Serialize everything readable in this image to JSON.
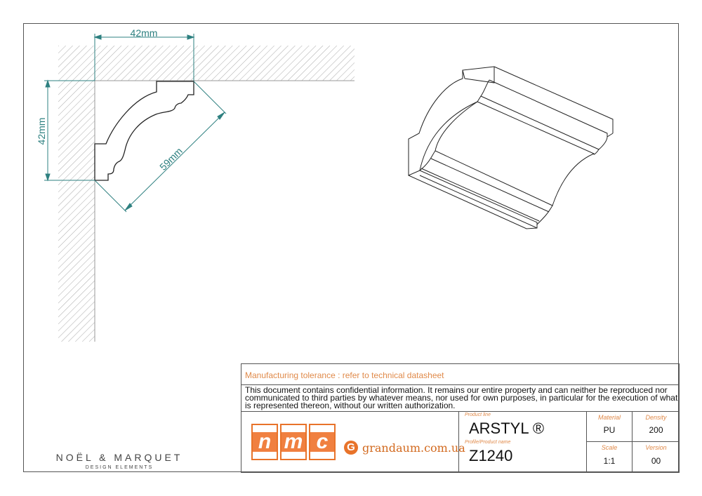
{
  "drawing": {
    "dim_width": "42mm",
    "dim_height": "42mm",
    "dim_diagonal": "59mm"
  },
  "brand": {
    "name": "NOËL & MARQUET",
    "subtitle": "DESIGN ELEMENTS"
  },
  "title_block": {
    "tolerance": "Manufacturing tolerance : refer to technical datasheet",
    "confidential": "This document contains confidential information. It remains our entire property and can neither be reproduced nor communicated to third parties by whatever means, nor used for own purposes, in particular for the execution of what is represented thereon, without our written authorization.",
    "logo_letters": [
      "n",
      "m",
      "c"
    ],
    "watermark": "grandaum.com.ua",
    "product_line_label": "Product line",
    "product_line": "ARSTYL ®",
    "profile_label": "Profile/Product name",
    "profile": "Z1240",
    "material_label": "Material",
    "material": "PU",
    "density_label": "Density",
    "density": "200",
    "scale_label": "Scale",
    "scale": "1:1",
    "version_label": "Version",
    "version": "00"
  },
  "colors": {
    "dimension": "#2e8080",
    "accent": "#e8732a"
  }
}
